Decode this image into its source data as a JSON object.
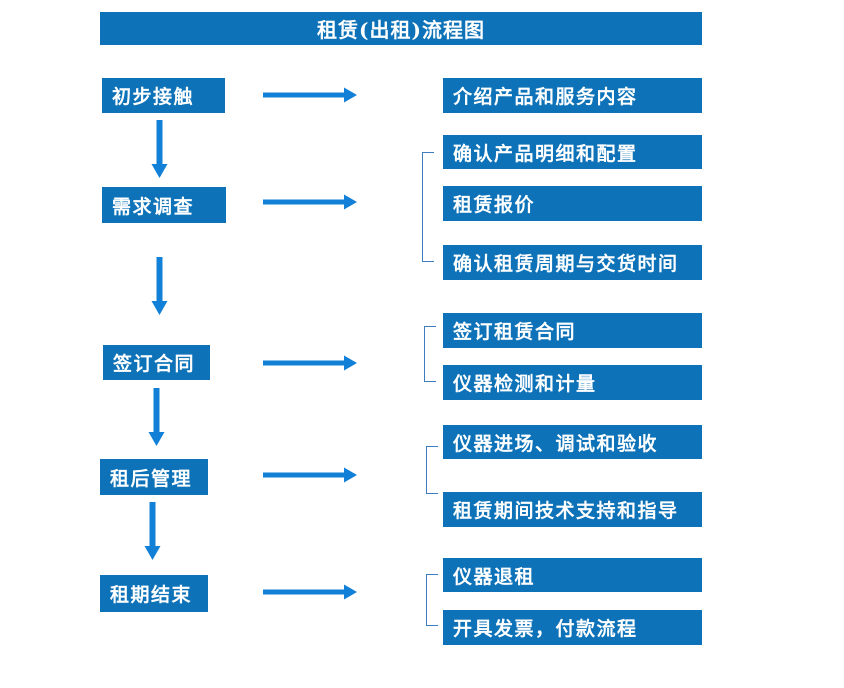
{
  "title": "租赁(出租)流程图",
  "flow": {
    "steps": [
      {
        "label": "初步接触",
        "details": [
          "介绍产品和服务内容"
        ]
      },
      {
        "label": "需求调查",
        "details": [
          "确认产品明细和配置",
          "租赁报价",
          "确认租赁周期与交货时间"
        ]
      },
      {
        "label": "签订合同",
        "details": [
          "签订租赁合同",
          "仪器检测和计量"
        ]
      },
      {
        "label": "租后管理",
        "details": [
          "仪器进场、调试和验收",
          "租赁期间技术支持和指导"
        ]
      },
      {
        "label": "租期结束",
        "details": [
          "仪器退租",
          "开具发票，付款流程"
        ]
      }
    ]
  },
  "icons": {
    "down_arrow": "down-arrow",
    "right_arrow": "right-arrow"
  },
  "colors": {
    "box-blue": "#0d72b8",
    "arrow-blue": "#1180d6",
    "bracket-blue": "#3e7cc0",
    "text-white": "#ffffff",
    "page-bg": "#ffffff"
  }
}
